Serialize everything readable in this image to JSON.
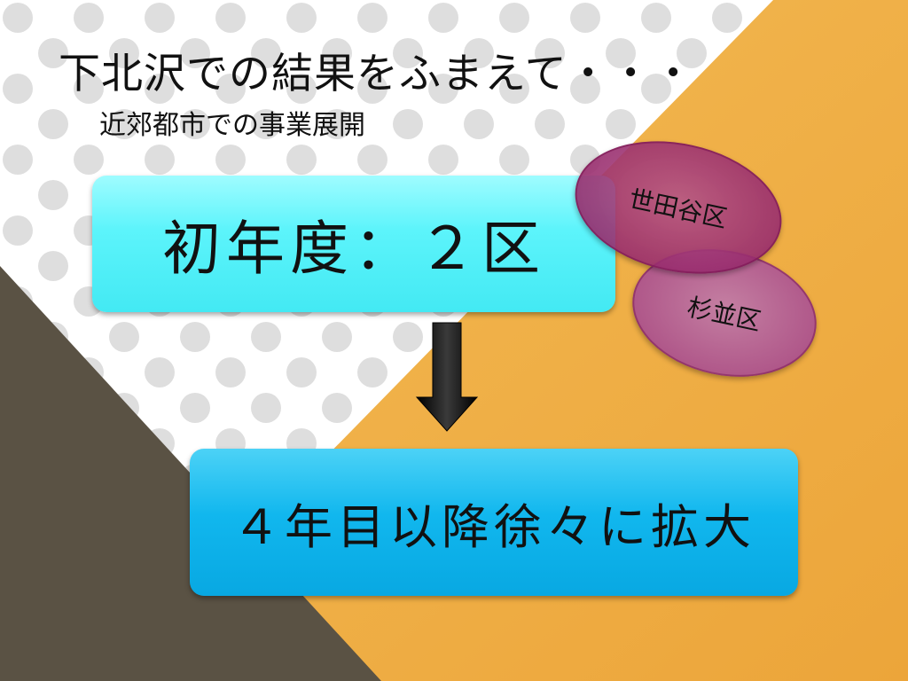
{
  "slide": {
    "title": "下北沢での結果をふまえて・・・",
    "subtitle": "近郊都市での事業展開",
    "first_year_box": "初年度：２区",
    "expansion_box": "４年目以降徐々に拡大",
    "wards": [
      "世田谷区",
      "杉並区"
    ]
  },
  "colors": {
    "background_dots": "#dedede",
    "orange_triangle": "#efa93b",
    "dark_triangle": "#5a5244",
    "box1": "#5cf4fb",
    "box2": "#11b7ee",
    "oval": "#a1467a"
  },
  "icons": {
    "flow_arrow": "down-arrow-icon"
  }
}
